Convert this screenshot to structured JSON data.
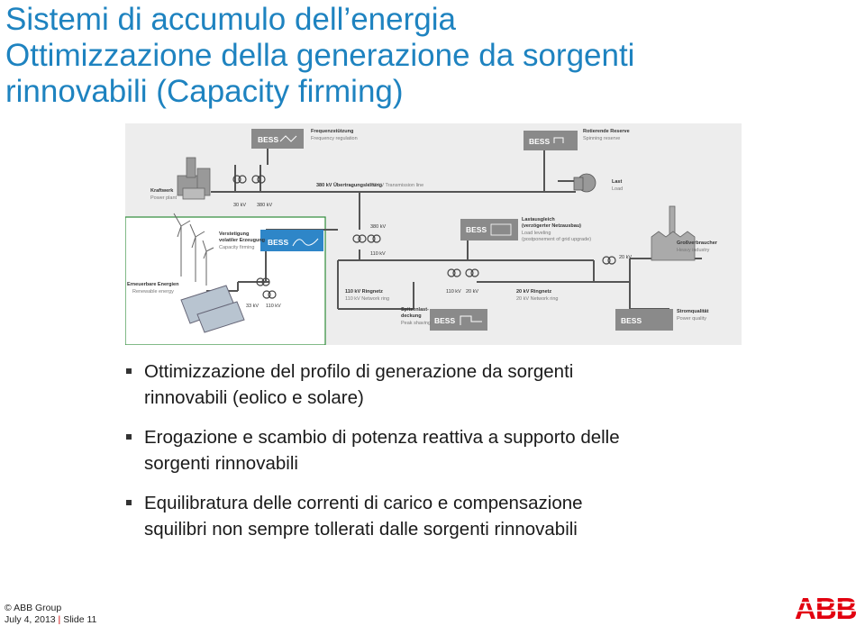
{
  "slide": {
    "title_lines": [
      "Sistemi di accumulo dell’energia",
      "Ottimizzazione della generazione da sorgenti",
      "rinnovabili (Capacity firming)"
    ],
    "bullets": [
      {
        "lines": [
          "Ottimizzazione del profilo di generazione da sorgenti",
          "rinnovabili (eolico e solare)"
        ]
      },
      {
        "lines": [
          "Erogazione e scambio di potenza reattiva a supporto delle",
          "sorgenti rinnovabili"
        ]
      },
      {
        "lines": [
          "Equilibratura delle correnti di carico e compensazione",
          "squilibri non sempre tollerati dalle sorgenti rinnovabili"
        ]
      }
    ]
  },
  "diagram": {
    "bess_label": "BESS",
    "frequency_label": "Frequenzstützung",
    "frequency_sub": "Frequency regulation",
    "spinning_label": "Rotierende Reserve",
    "spinning_sub": "Spinning reserve",
    "kraftwerk_label": "Kraftwerk",
    "kraftwerk_sub": "Power plant",
    "transmission_label": "380 kV Übertragungsleitung",
    "transmission_sub": "380 kV Transmission line",
    "last_label": "Last",
    "last_sub": "Load",
    "v30": "30 kV",
    "v380": "380 kV",
    "capacity_label_1": "Verstetigung",
    "capacity_label_2": "volatiler Erzeugung",
    "capacity_sub": "Capacity firming",
    "v380b": "380 kV",
    "v110": "110 kV",
    "load_label_1": "Lastausgleich",
    "load_label_2": "(verzögerter Netzausbau)",
    "load_sub_1": "Load leveling",
    "load_sub_2": "(postponement of grid upgrade)",
    "industry_label": "Großverbraucher",
    "industry_sub": "Heavy industry",
    "v20": "20 kV",
    "renewable_label": "Erneuerbare Energien",
    "renewable_sub": "Renewable energy",
    "v33": "33 kV",
    "v110b": "110 kV",
    "ring110_label": "110 kV Ringnetz",
    "ring110_sub": "110 kV Network ring",
    "v110c": "110 kV",
    "v20b": "20 kV",
    "ring20_label": "20 kV Ringnetz",
    "ring20_sub": "20 kV Network ring",
    "peak_label_1": "Spitzenlast-",
    "peak_label_2": "deckung",
    "peak_sub": "Peak shaving",
    "quality_label": "Stromqualität",
    "quality_sub": "Power quality"
  },
  "footer": {
    "copyright": "© ABB Group",
    "date": "July 4, 2013",
    "separator": "|",
    "slide_label": "Slide 11"
  },
  "logo": {
    "text": "ABB",
    "color": "#E2000F"
  },
  "colors": {
    "title": "#1E83C0",
    "diagram_bg": "#EDEDED",
    "bess_box": "#8A8A8A",
    "capacity_panel": "#ffffff",
    "capacity_border": "#2E8B3A",
    "bess_blue": "#2E86C8"
  }
}
